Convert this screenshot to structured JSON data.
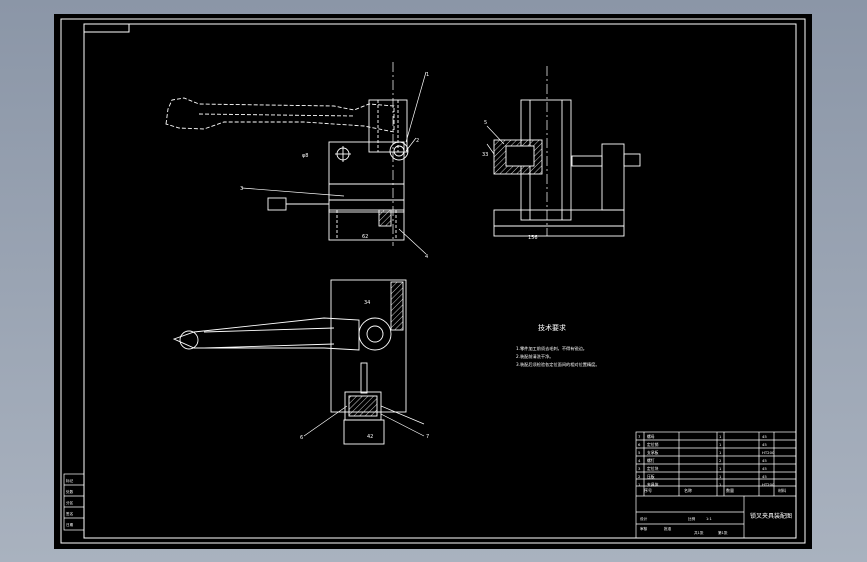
{
  "drawing": {
    "title": "锁叉夹具装配图",
    "tech_requirements_title": "技术要求",
    "tech_requirements": [
      "1.零件加工前须去毛刺，不得有锐边。",
      "2.装配前清洗干净。",
      "3.装配后须检验各定位面间的相对位置精度。"
    ],
    "balloons": [
      "1",
      "2",
      "3",
      "4",
      "5",
      "6",
      "7"
    ],
    "dimensions": {
      "dim_front_a": "φ8",
      "dim_front_b": "62",
      "dim_side_w": "156",
      "dim_side_h": "33",
      "dim_top_a": "34",
      "dim_top_b": "42"
    },
    "parts_list": {
      "rows": [
        {
          "no": "7",
          "name": "螺母",
          "qty": "1",
          "material": "45"
        },
        {
          "no": "6",
          "name": "定位销",
          "qty": "1",
          "material": "45"
        },
        {
          "no": "5",
          "name": "支承板",
          "qty": "1",
          "material": "HT200"
        },
        {
          "no": "4",
          "name": "螺钉",
          "qty": "2",
          "material": "45"
        },
        {
          "no": "3",
          "name": "定位块",
          "qty": "1",
          "material": "45"
        },
        {
          "no": "2",
          "name": "压板",
          "qty": "1",
          "material": "45"
        },
        {
          "no": "1",
          "name": "夹具体",
          "qty": "1",
          "material": "HT200"
        }
      ],
      "headers": {
        "no": "序号",
        "name": "名称",
        "qty": "数量",
        "material": "材料"
      }
    },
    "title_block": {
      "cells": [
        "设计",
        "审核",
        "批准",
        "比例",
        "1:1",
        "共1张",
        "第1张"
      ]
    },
    "left_strip": [
      "标记",
      "处数",
      "分区",
      "签名",
      "日期"
    ]
  }
}
